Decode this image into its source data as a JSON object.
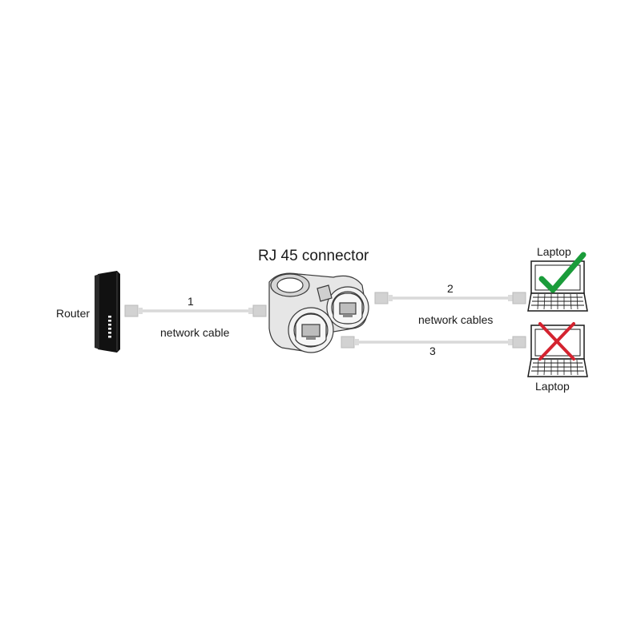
{
  "title": "RJ 45 connector",
  "router": {
    "label": "Router"
  },
  "cables": {
    "cable_1": {
      "number": "1",
      "label": "network cable"
    },
    "cable_2": {
      "number": "2"
    },
    "cable_3": {
      "number": "3"
    },
    "group_label": "network cables"
  },
  "laptops": [
    {
      "label": "Laptop",
      "status": "works",
      "status_icon": "check-mark-icon",
      "status_color": "#1a9c3a"
    },
    {
      "label": "Laptop",
      "status": "does not work",
      "status_icon": "cross-mark-icon",
      "status_color": "#d4232f"
    }
  ],
  "colors": {
    "cable": "#d9d9d9",
    "plug": "#cfcfcf",
    "router_body": "#111111",
    "check": "#1a9c3a",
    "cross": "#d4232f"
  }
}
